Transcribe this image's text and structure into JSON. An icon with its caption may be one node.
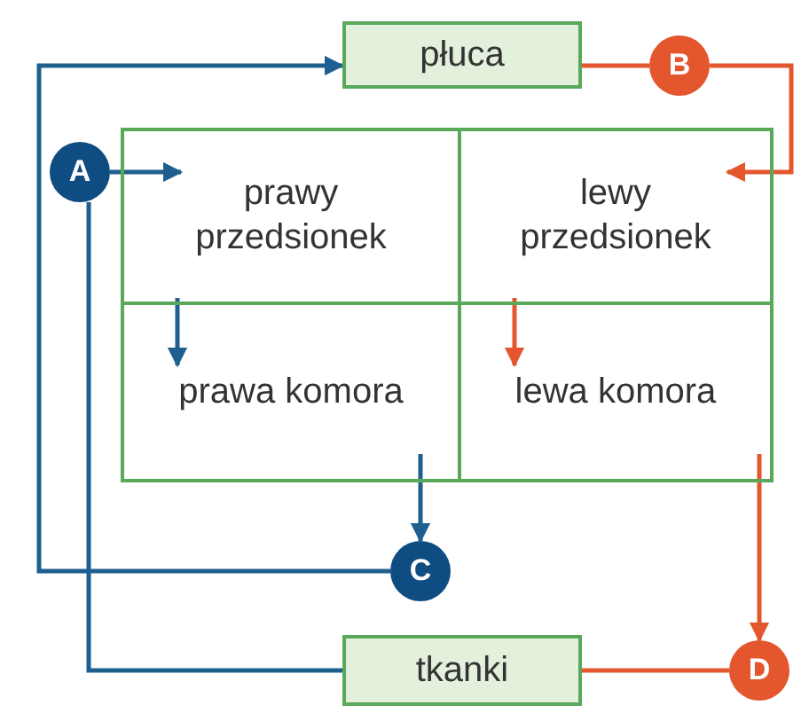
{
  "diagram": {
    "nodes": [
      {
        "text": [
          "płuca"
        ]
      },
      {
        "text": [
          "B"
        ]
      },
      {
        "text": [],
        "shape": "box"
      },
      {
        "text": [
          "prawy przedsionek"
        ],
        "in": 2
      },
      {
        "text": [
          "lewy przedsionek"
        ],
        "in": 2
      },
      {
        "text": [
          "prawa komora"
        ],
        "in": 2
      },
      {
        "text": [
          "lewa komora"
        ],
        "in": 2
      },
      {
        "text": [
          "A"
        ]
      },
      {
        "text": [
          "C"
        ]
      },
      {
        "text": [
          "tkanki"
        ]
      },
      {
        "text": [
          "D"
        ]
      }
    ],
    "edges": [
      {
        "from": 7,
        "to": 3,
        "arrow": "to"
      },
      {
        "from": 9,
        "to": 7,
        "arrow": "none"
      },
      {
        "from": 8,
        "to": 0,
        "arrow": "to"
      },
      {
        "from": 5,
        "to": 8,
        "arrow": "to"
      },
      {
        "from": 3,
        "to": 5,
        "arrow": "to"
      },
      {
        "from": 0,
        "to": 1,
        "arrow": "none",
        "color": "#e4572e"
      },
      {
        "from": 1,
        "to": 4,
        "arrow": "to",
        "color": "#e4572e"
      },
      {
        "from": 4,
        "to": 6,
        "arrow": "to",
        "color": "#e4572e"
      },
      {
        "from": 6,
        "to": 10,
        "arrow": "to",
        "color": "#e4572e"
      },
      {
        "from": 10,
        "to": 9,
        "arrow": "none",
        "color": "#e4572e"
      }
    ]
  }
}
